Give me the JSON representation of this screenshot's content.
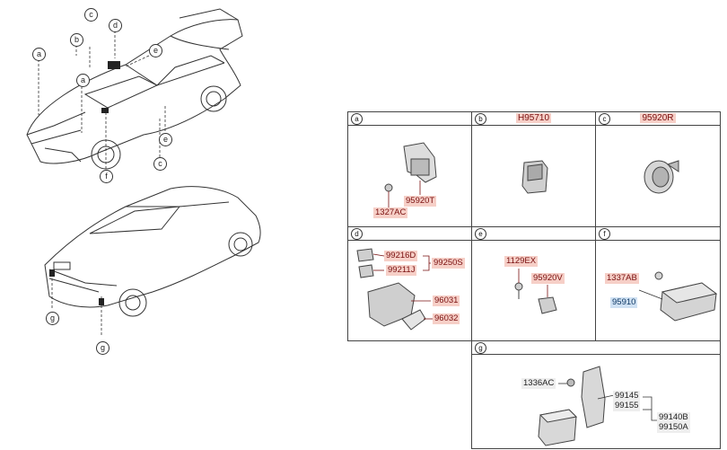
{
  "callouts": {
    "top_a1": "a",
    "top_b": "b",
    "top_c1": "c",
    "top_d": "d",
    "top_e1": "e",
    "top_a2": "a",
    "top_e2": "e",
    "top_c2": "c",
    "top_f": "f",
    "rear_g1": "g",
    "rear_g2": "g"
  },
  "panels": {
    "a": {
      "letter": "a",
      "parts": [
        "95920T",
        "1327AC"
      ]
    },
    "b": {
      "letter": "b",
      "header_part": "H95710"
    },
    "c": {
      "letter": "c",
      "header_part": "95920R"
    },
    "d": {
      "letter": "d",
      "parts": [
        "99216D",
        "99211J",
        "99250S",
        "96031",
        "96032"
      ]
    },
    "e": {
      "letter": "e",
      "parts": [
        "1129EX",
        "95920V"
      ]
    },
    "f": {
      "letter": "f",
      "parts": [
        "1337AB",
        "95910"
      ]
    },
    "g": {
      "letter": "g",
      "parts": [
        "1336AC",
        "99145",
        "99155",
        "99140B",
        "99150A"
      ]
    }
  },
  "colors": {
    "highlight_red": "#f6cfc7",
    "highlight_blue": "#cfe1f3",
    "line": "#444444"
  }
}
